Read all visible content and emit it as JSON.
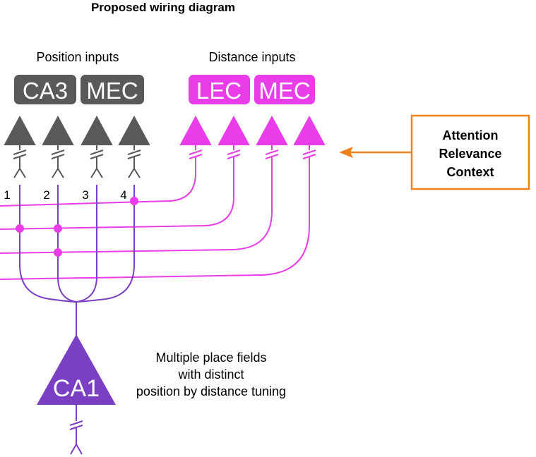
{
  "title": "Proposed wiring diagram",
  "position_inputs": {
    "label": "Position inputs",
    "regions": [
      "CA3",
      "MEC"
    ]
  },
  "distance_inputs": {
    "label": "Distance inputs",
    "regions": [
      "LEC",
      "MEC"
    ]
  },
  "dendrite_labels": [
    "1",
    "2",
    "3",
    "4"
  ],
  "context_box": {
    "lines": [
      "Attention",
      "Relevance",
      "Context"
    ]
  },
  "ca1": {
    "label": "CA1",
    "description_lines": [
      "Multiple place fields",
      "with distinct",
      "position by distance tuning"
    ]
  },
  "colors": {
    "position": "#595959",
    "distance": "#e83de8",
    "ca1": "#7b3fc4",
    "context": "#f0821e",
    "text": "#000000"
  }
}
